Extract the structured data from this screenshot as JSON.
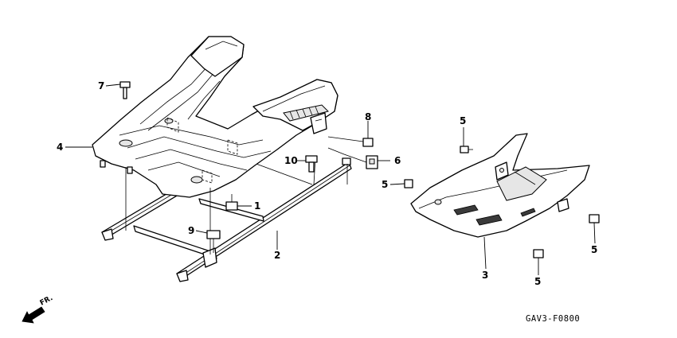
{
  "diagram": {
    "callouts": {
      "c1": "1",
      "c2": "2",
      "c3": "3",
      "c4": "4",
      "c5a": "5",
      "c5b": "5",
      "c5c": "5",
      "c5d": "5",
      "c6": "6",
      "c7": "7",
      "c8": "8",
      "c9": "9",
      "c10": "10"
    },
    "direction_label": "FR.",
    "drawing_code": "GAV3-F0800"
  }
}
